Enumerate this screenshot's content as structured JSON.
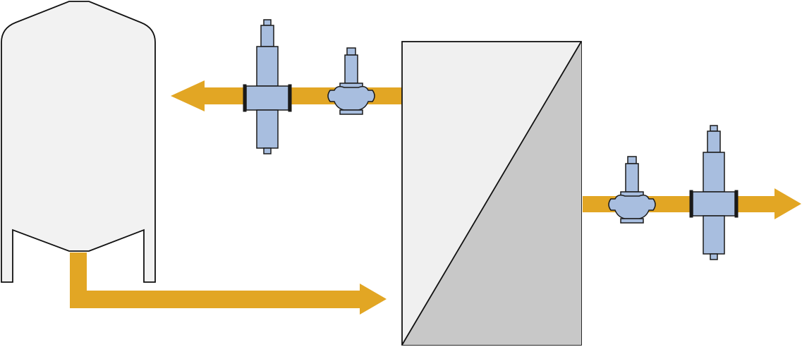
{
  "diagram": {
    "kind": "process-flow",
    "colors": {
      "pipe": "#E2A624",
      "valve_fill": "#A8BEDF",
      "valve_stroke": "#1A1A1A",
      "tank_fill": "#F2F2F2",
      "filter_light": "#F0F0F0",
      "filter_dark": "#C8C8C8",
      "outline": "#111111",
      "background": "#FFFFFF"
    },
    "components": [
      {
        "id": "storage-tank",
        "type": "vertical-tank-with-legs"
      },
      {
        "id": "membrane-filter",
        "type": "filter-housing-diagonal-membrane"
      },
      {
        "id": "valve-1",
        "type": "pressure-reducing-valve",
        "location": "filter-outlet-upper"
      },
      {
        "id": "valve-2",
        "type": "relief-valve",
        "location": "return-line-upper"
      },
      {
        "id": "valve-3",
        "type": "pressure-reducing-valve",
        "location": "filter-outlet-right"
      },
      {
        "id": "valve-4",
        "type": "relief-valve",
        "location": "outlet-line-right"
      }
    ],
    "flows": [
      {
        "id": "feed-line",
        "from": "storage-tank",
        "to": "membrane-filter",
        "direction": "right"
      },
      {
        "id": "return-line",
        "from": "membrane-filter",
        "to": "storage-tank",
        "direction": "left"
      },
      {
        "id": "outlet-line",
        "from": "membrane-filter",
        "to": "outside",
        "direction": "right"
      }
    ]
  }
}
